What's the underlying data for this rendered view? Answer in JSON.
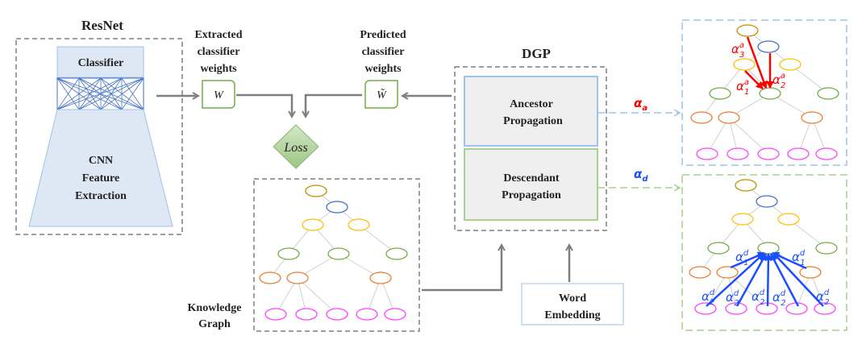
{
  "resnet": {
    "title": "ResNet",
    "classifier": "Classifier",
    "cnn_lines": [
      "CNN",
      "Feature",
      "Extraction"
    ]
  },
  "extracted": {
    "label_lines": [
      "Extracted",
      "classifier",
      "weights"
    ],
    "symbol": "W"
  },
  "predicted": {
    "label_lines": [
      "Predicted",
      "classifier",
      "weights"
    ],
    "symbol": "W̃"
  },
  "loss": {
    "label": "Loss"
  },
  "dgp": {
    "title": "DGP",
    "ancestor_lines": [
      "Ancestor",
      "Propagation"
    ],
    "descendant_lines": [
      "Descendant",
      "Propagation"
    ]
  },
  "knowledge_graph": {
    "label_lines": [
      "Knowledge",
      "Graph"
    ]
  },
  "word_embedding": {
    "label_lines": [
      "Word",
      "Embedding"
    ]
  },
  "weights_labels": {
    "ancestor": {
      "base": "α",
      "sub": "a",
      "color": "#ff0000"
    },
    "descendant": {
      "base": "α",
      "sub": "d",
      "color": "#1a4fff"
    }
  },
  "ancestor_alphas": [
    {
      "base": "α",
      "sub": "3",
      "sup": "a"
    },
    {
      "base": "α",
      "sub": "2",
      "sup": "a"
    },
    {
      "base": "α",
      "sub": "1",
      "sup": "a"
    }
  ],
  "descendant_alphas": [
    {
      "base": "α",
      "sub": "1",
      "sup": "d"
    },
    {
      "base": "α",
      "sub": "1",
      "sup": "d"
    },
    {
      "base": "α",
      "sub": "2",
      "sup": "d"
    },
    {
      "base": "α",
      "sub": "2",
      "sup": "d"
    },
    {
      "base": "α",
      "sub": "2",
      "sup": "d"
    },
    {
      "base": "α",
      "sub": "2",
      "sup": "d"
    },
    {
      "base": "α",
      "sub": "2",
      "sup": "d"
    }
  ],
  "colors": {
    "blue_panel": "#9dc3e6",
    "green_panel": "#a9d18e",
    "gray_arrow": "#7f7f7f",
    "node_gold": "#bf9000",
    "node_blue": "#4472c4",
    "node_yellow": "#ffc000",
    "node_green": "#70ad47",
    "node_orange": "#ed7d31",
    "node_magenta": "#ff40ff"
  }
}
